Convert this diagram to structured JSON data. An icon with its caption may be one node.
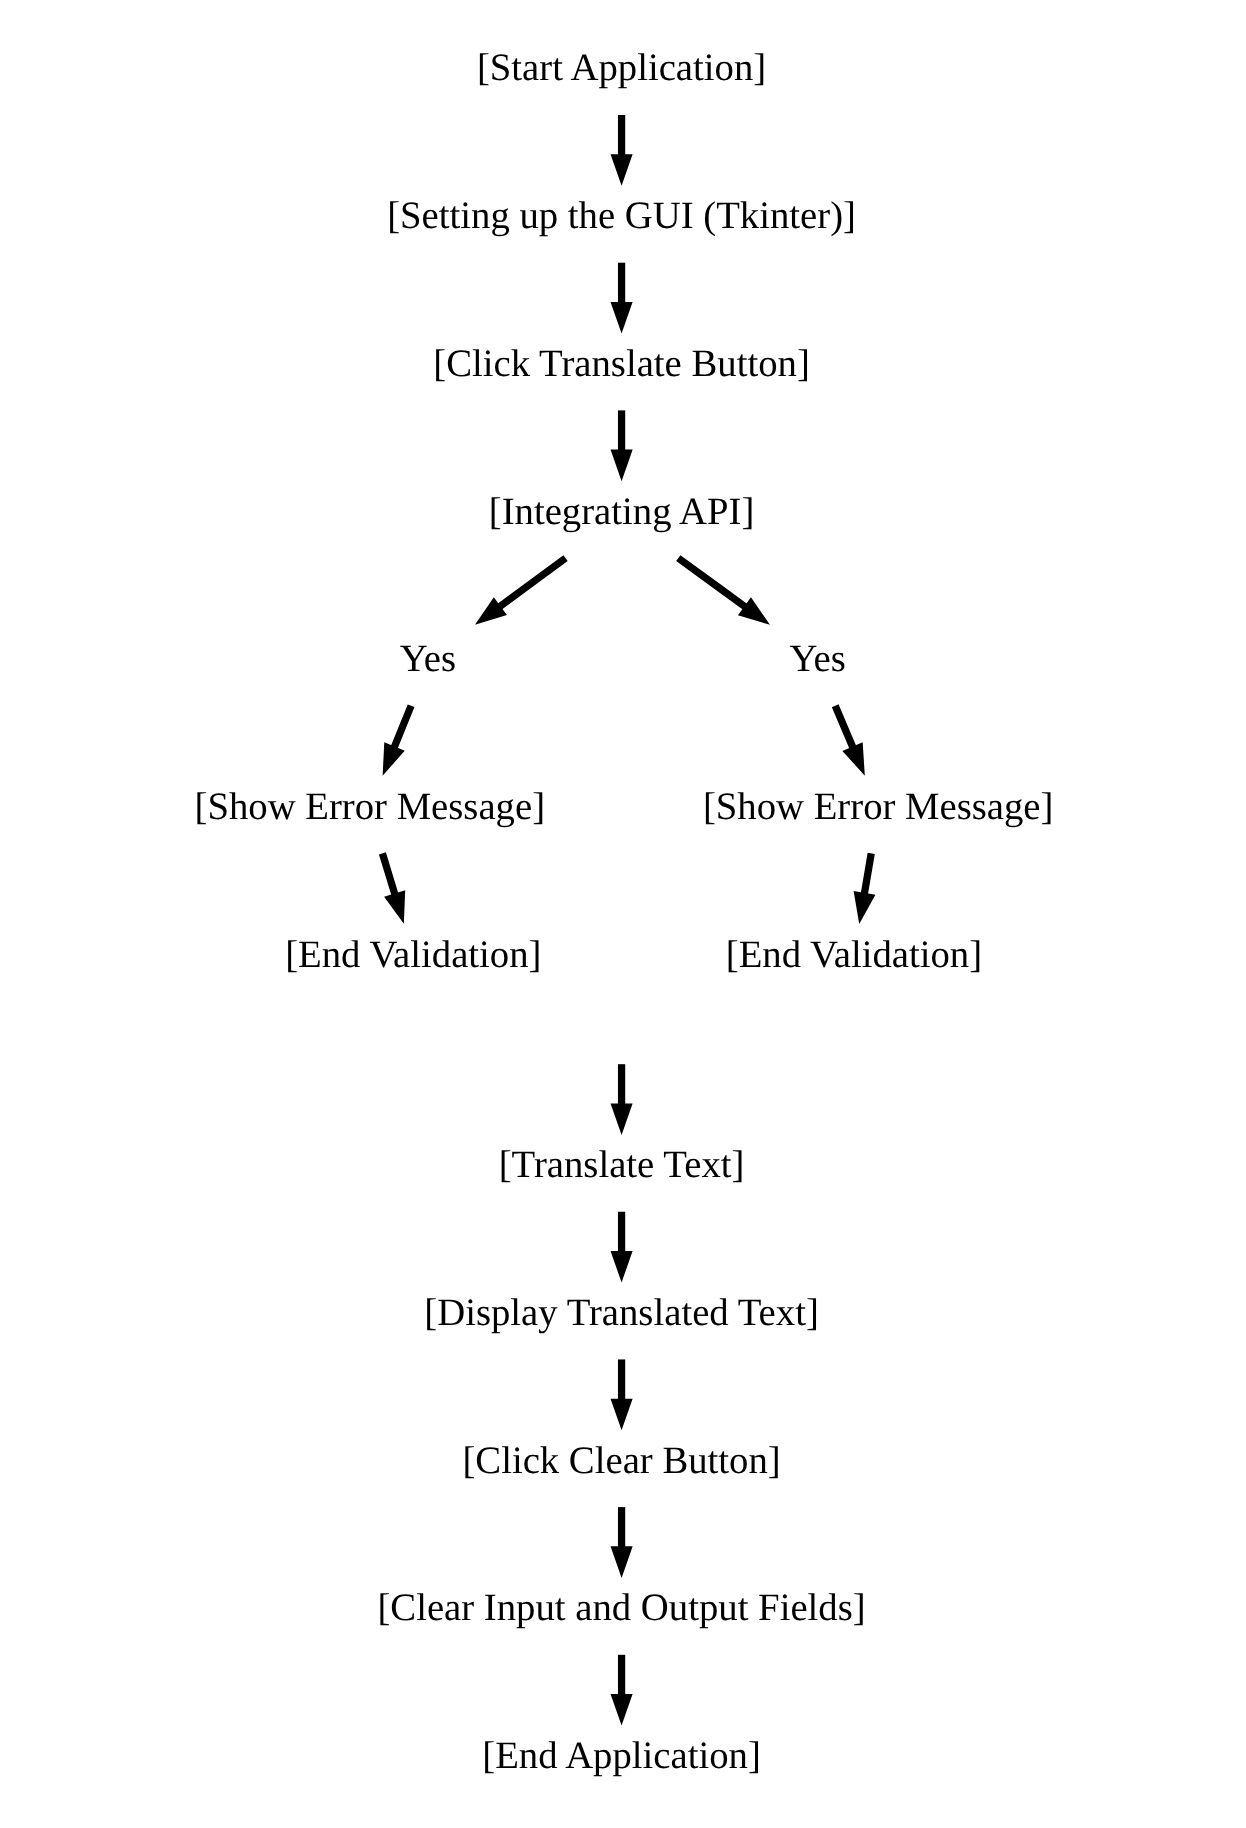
{
  "diagram": {
    "nodes": [
      {
        "text": [
          "[Start Application]"
        ]
      },
      {
        "text": [
          "[Setting up the GUI (Tkinter)]"
        ]
      },
      {
        "text": [
          "[Click Translate Button]"
        ]
      },
      {
        "text": [
          "[Integrating API]"
        ]
      },
      {
        "text": [
          "Yes"
        ]
      },
      {
        "text": [
          "Yes"
        ]
      },
      {
        "text": [
          "[Show Error Message]"
        ]
      },
      {
        "text": [
          "[Show Error Message]"
        ]
      },
      {
        "text": [
          "[End Validation]"
        ]
      },
      {
        "text": [
          "[End Validation]"
        ]
      },
      {
        "text": [
          "[Translate Text]"
        ]
      },
      {
        "text": [
          "[Display Translated Text]"
        ]
      },
      {
        "text": [
          "[Click Clear Button]"
        ]
      },
      {
        "text": [
          "[Clear Input and Output Fields]"
        ]
      },
      {
        "text": [
          "[End Application]"
        ]
      }
    ],
    "edges": [
      {
        "from": 0,
        "to": 1,
        "arrow": "to"
      },
      {
        "from": 1,
        "to": 2,
        "arrow": "to"
      },
      {
        "from": 2,
        "to": 3,
        "arrow": "to"
      },
      {
        "from": 3,
        "to": 4,
        "arrow": "to"
      },
      {
        "from": 3,
        "to": 5,
        "arrow": "to"
      },
      {
        "from": 4,
        "to": 6,
        "arrow": "to"
      },
      {
        "from": 5,
        "to": 7,
        "arrow": "to"
      },
      {
        "from": 6,
        "to": 8,
        "arrow": "to"
      },
      {
        "from": 7,
        "to": 9,
        "arrow": "to"
      },
      {
        "from": null,
        "to": 10,
        "arrow": "to"
      },
      {
        "from": 10,
        "to": 11,
        "arrow": "to"
      },
      {
        "from": 11,
        "to": 12,
        "arrow": "to"
      },
      {
        "from": 12,
        "to": 13,
        "arrow": "to"
      },
      {
        "from": 13,
        "to": 14,
        "arrow": "to"
      }
    ]
  }
}
